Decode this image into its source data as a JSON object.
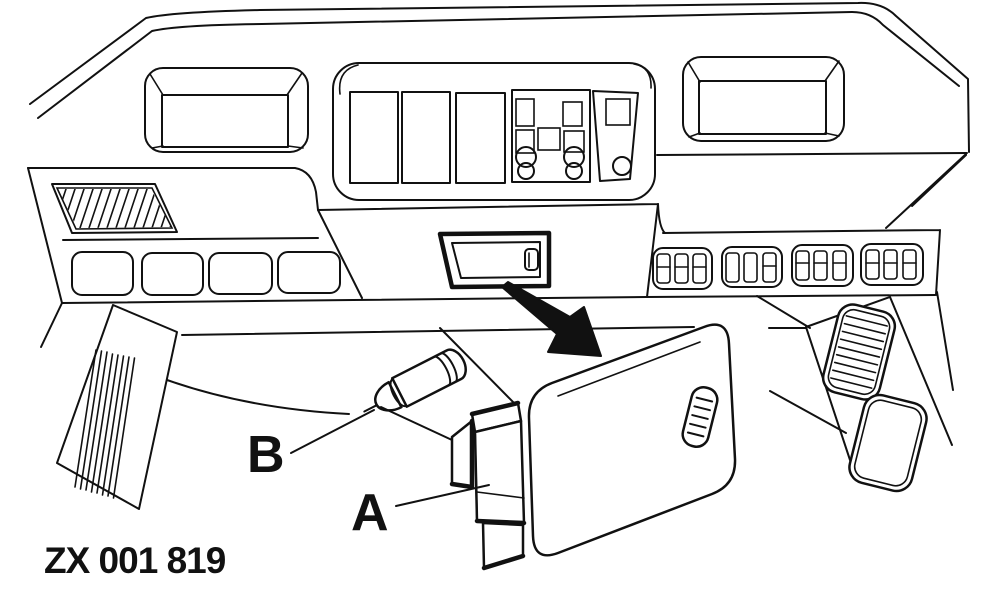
{
  "figure": {
    "code": "ZX 001 819",
    "callout_a": "A",
    "callout_b": "B",
    "ink_color": "#111111",
    "paper_color": "#ffffff"
  }
}
